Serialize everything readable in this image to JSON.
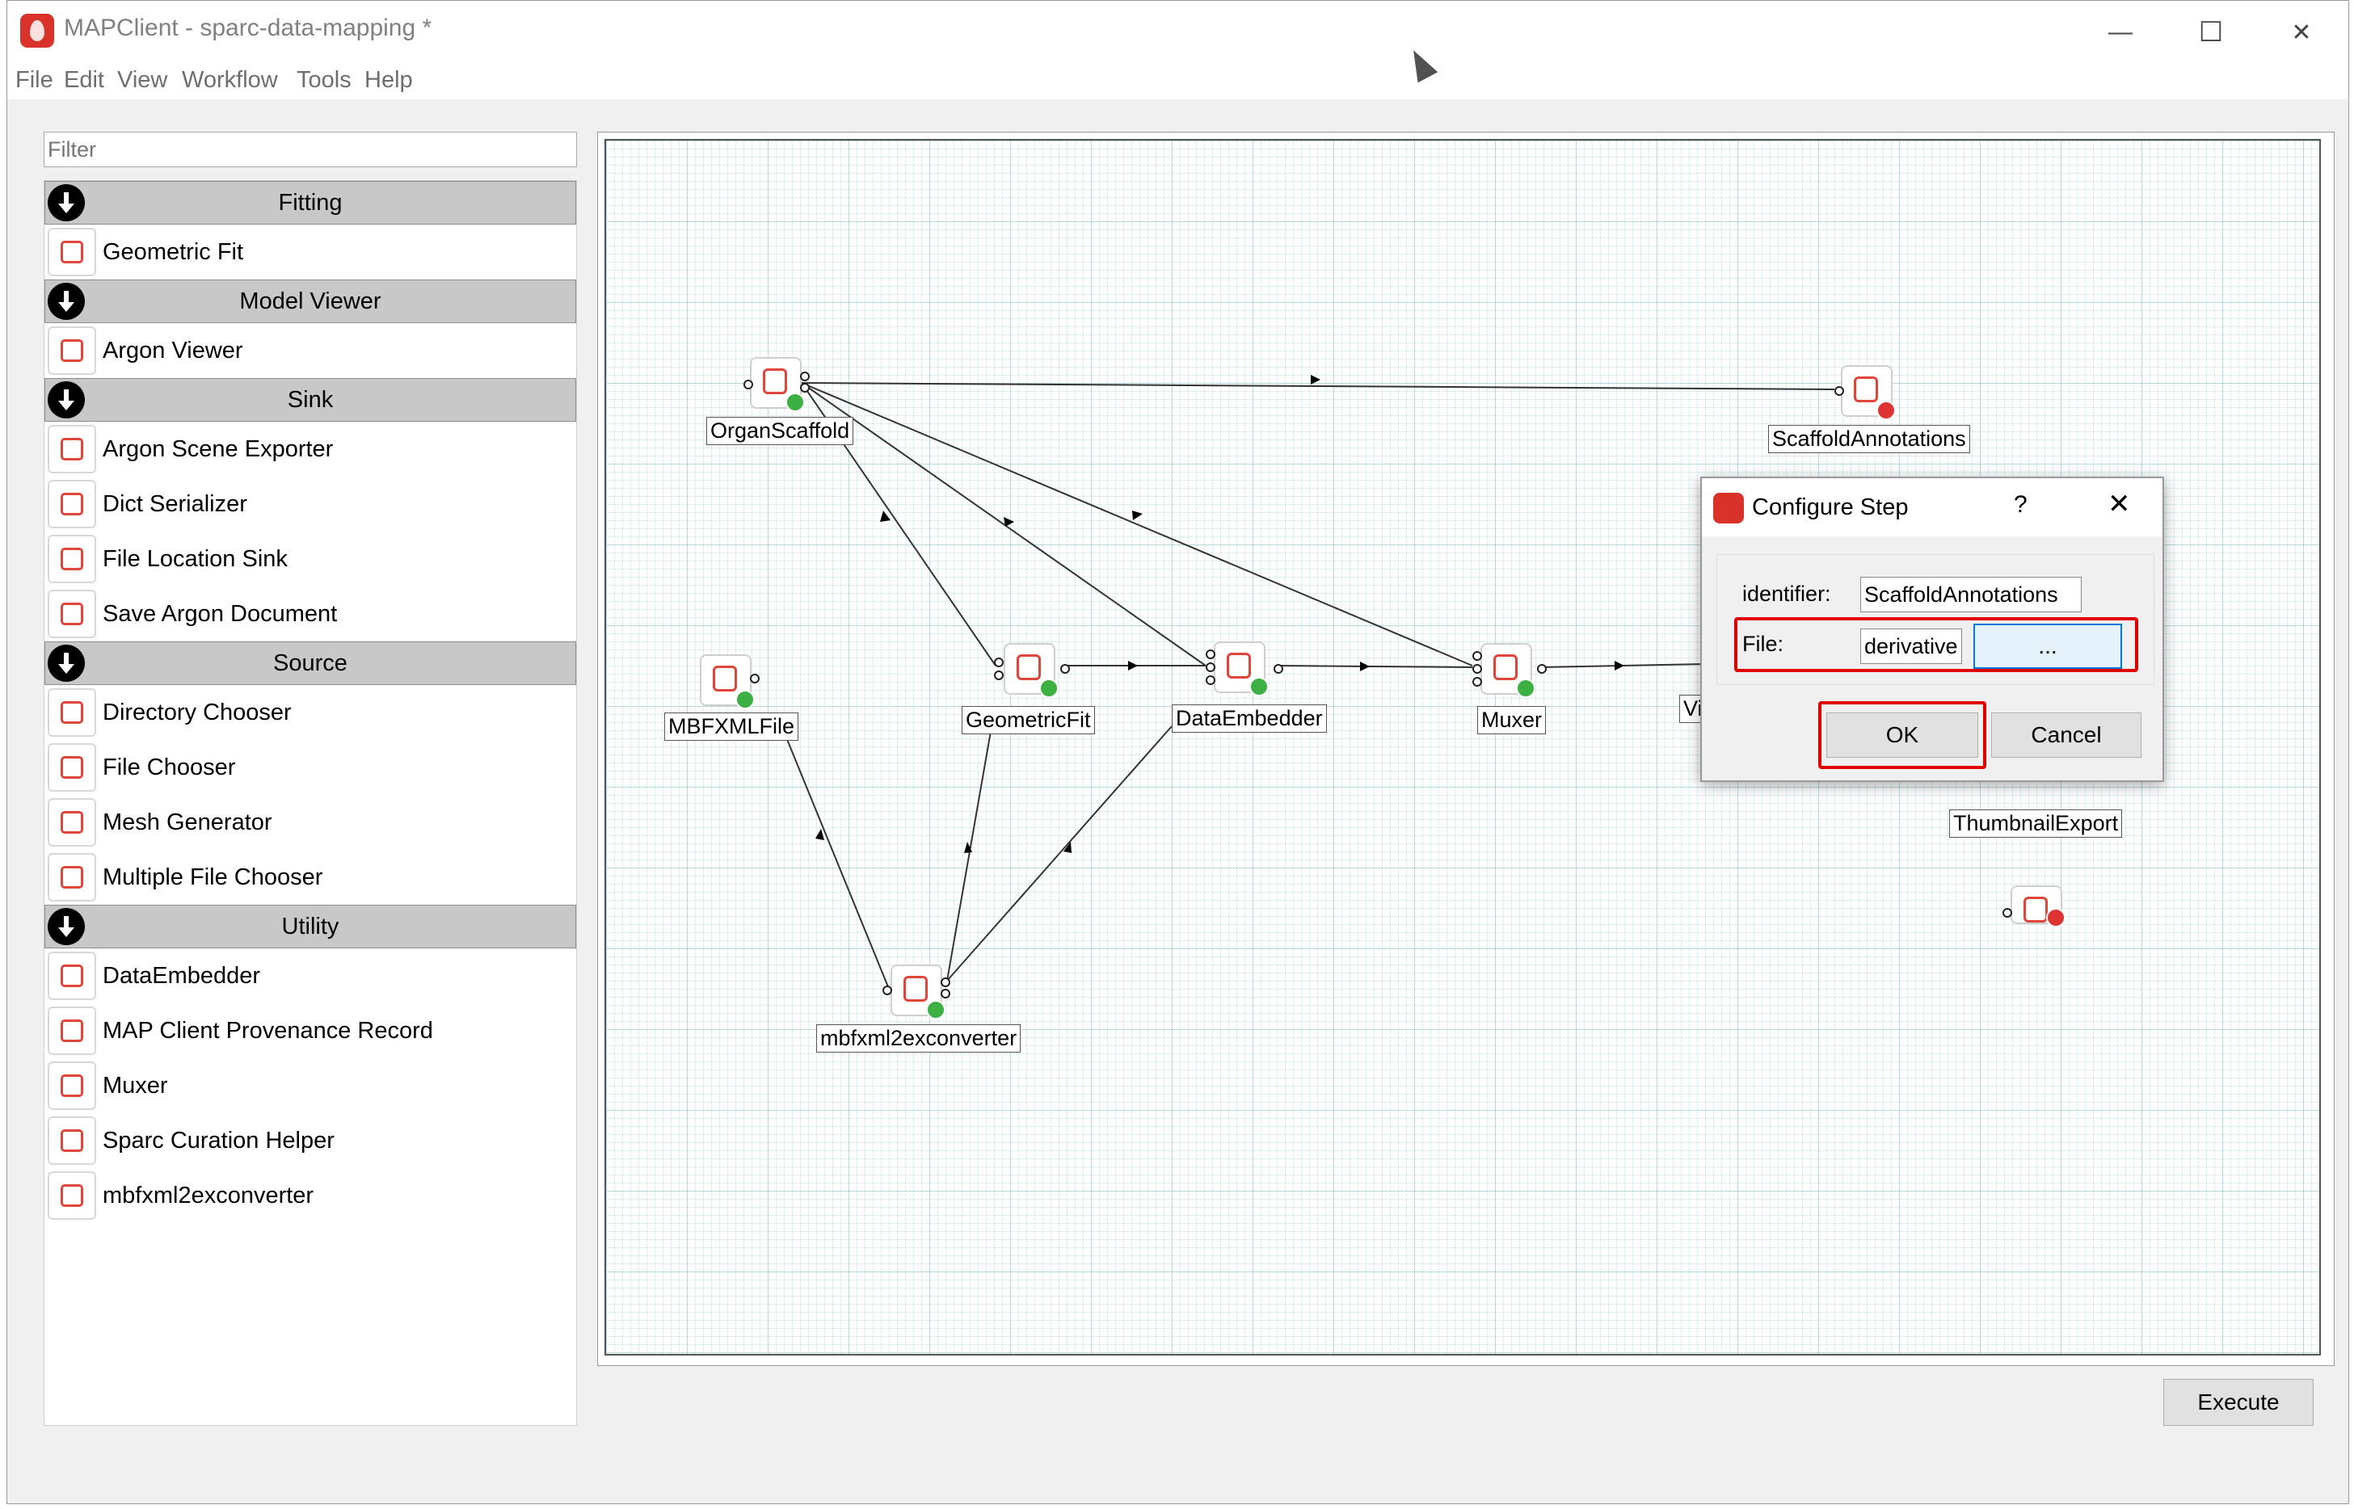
{
  "window": {
    "title": "MAPClient - sparc-data-mapping *",
    "minimize": "—",
    "maximize": "☐",
    "close": "✕"
  },
  "menu": [
    "File",
    "Edit",
    "View",
    "Workflow",
    "Tools",
    "Help"
  ],
  "palette": {
    "filter_placeholder": "Filter",
    "categories": [
      {
        "name": "Fitting",
        "items": [
          "Geometric Fit"
        ]
      },
      {
        "name": "Model Viewer",
        "items": [
          "Argon Viewer"
        ]
      },
      {
        "name": "Sink",
        "items": [
          "Argon Scene Exporter",
          "Dict Serializer",
          "File Location Sink",
          "Save Argon Document"
        ]
      },
      {
        "name": "Source",
        "items": [
          "Directory Chooser",
          "File Chooser",
          "Mesh Generator",
          "Multiple File Chooser"
        ]
      },
      {
        "name": "Utility",
        "items": [
          "DataEmbedder",
          "MAP Client Provenance Record",
          "Muxer",
          "Sparc Curation Helper",
          "mbfxml2exconverter"
        ]
      }
    ]
  },
  "workflow": {
    "nodes": {
      "organ_scaffold": "OrganScaffold",
      "scaffold_annotations": "ScaffoldAnnotations",
      "mbfxml_file": "MBFXMLFile",
      "geometric_fit": "GeometricFit",
      "data_embedder": "DataEmbedder",
      "muxer": "Muxer",
      "viewer_partial": "Viev",
      "thumbnail_export": "ThumbnailExport",
      "mbfxml2exconverter": "mbfxml2exconverter"
    }
  },
  "dialog": {
    "title": "Configure Step",
    "help": "?",
    "close": "✕",
    "identifier_label": "identifier:",
    "identifier_value": "ScaffoldAnnotations",
    "file_label": "File:",
    "file_value": "derivative",
    "browse_label": "...",
    "ok_label": "OK",
    "cancel_label": "Cancel"
  },
  "execute_label": "Execute"
}
